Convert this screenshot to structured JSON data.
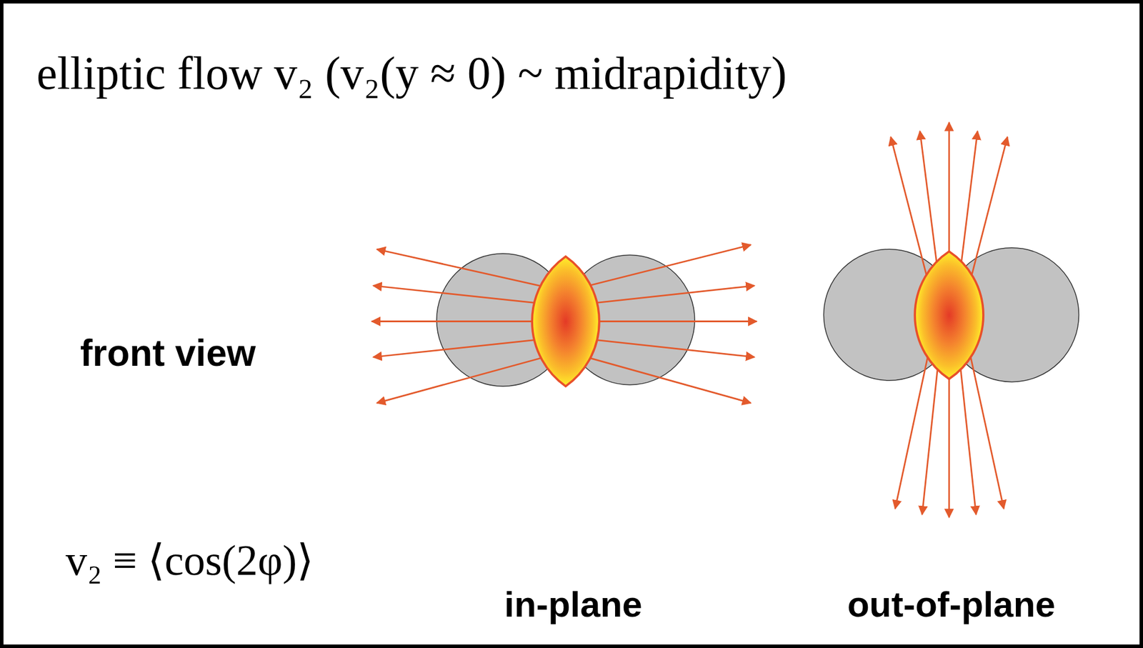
{
  "diagram": {
    "title": "elliptic flow v₂ (v₂(y ≈ 0) ~ midrapidity)",
    "labels": [
      "front view",
      "v₂ ≡ ⟨cos(2φ)⟩",
      "in-plane",
      "out-of-plane"
    ]
  }
}
